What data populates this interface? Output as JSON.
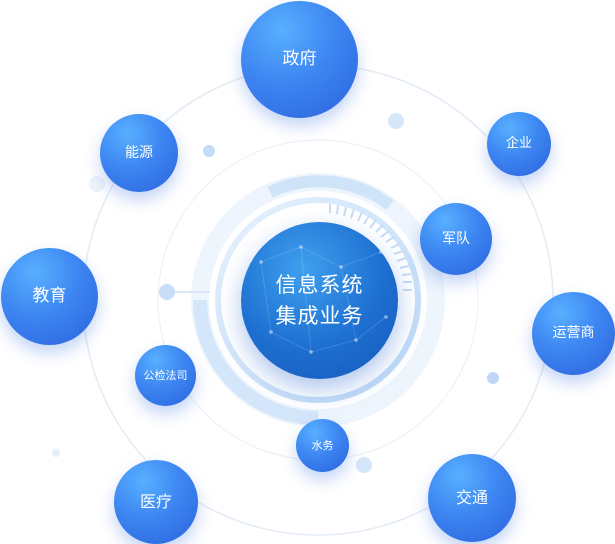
{
  "center": {
    "line1": "信息系统",
    "line2": "集成业务"
  },
  "nodes": {
    "gov": "政府",
    "energy": "能源",
    "enterprise": "企业",
    "military": "军队",
    "education": "教育",
    "operator": "运营商",
    "law": "公检法司",
    "water": "水务",
    "medical": "医疗",
    "transport": "交通"
  },
  "colors": {
    "node_blue": "#3d86f2",
    "center_blue": "#1d6fd1",
    "ring_light": "#dfeaf8",
    "dot_light": "#cfe2fb"
  }
}
